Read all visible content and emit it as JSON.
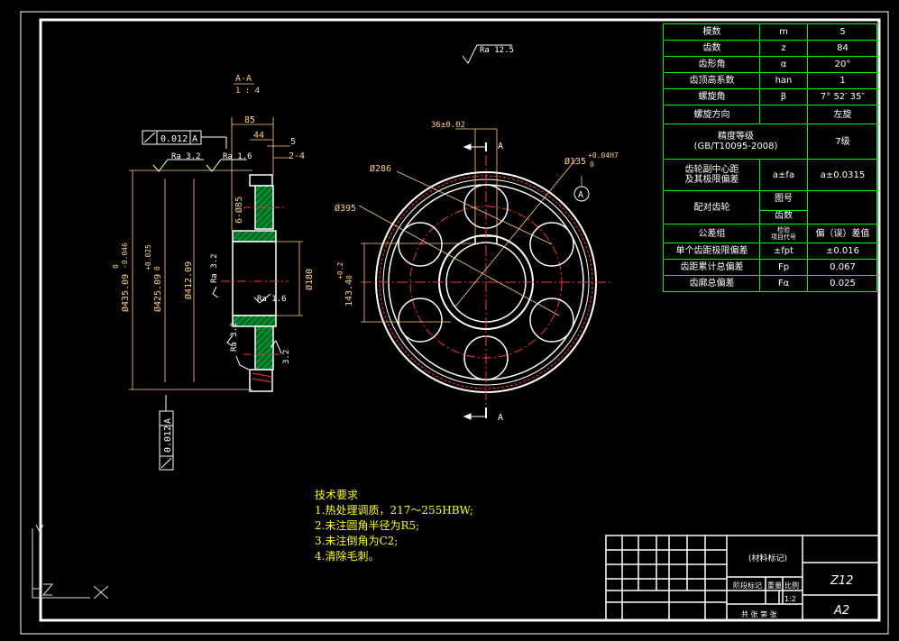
{
  "section": {
    "title": "A-A",
    "scale": "1 : 4"
  },
  "roughness": {
    "top": "Ra 12.5",
    "left1": "Ra 3.2",
    "left2": "Ra 1.6",
    "bore_a": "Ra 3.2",
    "bore_b": "Ra 1.6",
    "tooth_a": "Ra 3.2",
    "tooth_b": "3.2"
  },
  "dims_side": {
    "width85": "85",
    "width44": "44",
    "d5": "5",
    "chamfer": "2-4",
    "holes": "6-Ø85",
    "d_tip": "Ø435.09",
    "d_tip_tol_up": "0",
    "d_tip_tol_low": "-0.046",
    "d_ref": "Ø425.09",
    "d_ref_tol_up": "+0.025",
    "d_ref_tol_low": "0",
    "d_412": "Ø412.09",
    "d_180": "Ø180",
    "tol_flat": "0.012",
    "tol_flat_ref": "A",
    "tol_run": "0.012",
    "tol_run_ref": "A"
  },
  "dims_front": {
    "key": "36±0.02",
    "bore": "Ø135",
    "bore_tol_up": "+0.04H7",
    "bore_tol_low": "0",
    "d286": "Ø286",
    "d395": "Ø395",
    "keydepth": "143.4",
    "keydepth_tol_up": "+0.2",
    "keydepth_tol_low": "0",
    "datum": "A",
    "cut_top": "A",
    "cut_bottom": "A"
  },
  "params": [
    {
      "name": "模数",
      "sym": "m",
      "val": "5"
    },
    {
      "name": "齿数",
      "sym": "z",
      "val": "84"
    },
    {
      "name": "齿形角",
      "sym": "α",
      "val": "20°"
    },
    {
      "name": "齿顶高系数",
      "sym": "han",
      "val": "1"
    },
    {
      "name": "螺旋角",
      "sym": "β",
      "val": "7° 52′ 35″"
    },
    {
      "name": "螺旋方向",
      "sym": "",
      "val": "左旋"
    }
  ],
  "grade": {
    "name": "精度等级",
    "std": "(GB/T10095-2008)",
    "val": "7级"
  },
  "center": {
    "name1": "齿轮副中心距",
    "name2": "及其极限偏差",
    "sym": "a±fa",
    "val": "a±0.0315"
  },
  "mating": {
    "name": "配对齿轮",
    "r1": "图号",
    "r2": "齿数"
  },
  "tolgroup": {
    "name": "公差组",
    "sym1": "检验",
    "sym2": "项目代号",
    "val": "偏（误）差值"
  },
  "dev": [
    {
      "name": "单个齿距极限偏差",
      "sym": "±fpt",
      "val": "±0.016"
    },
    {
      "name": "齿距累计总偏差",
      "sym": "Fp",
      "val": "0.067"
    },
    {
      "name": "齿廓总偏差",
      "sym": "Fα",
      "val": "0.025"
    }
  ],
  "tech": {
    "title": "技术要求",
    "items": [
      "1.热处理调质，217～255HBW;",
      "2.未注圆角半径为R5;",
      "3.未注倒角为C2;",
      "4.清除毛刺。"
    ]
  },
  "titleblock": {
    "material": "(材料标记)",
    "code": "Z12",
    "size": "A2",
    "scale": "1:2",
    "stage": "阶段标记",
    "weight": "重量",
    "ratio": "比例",
    "sheets": "共 张 第 张"
  },
  "colors": {
    "frame": "#ffffff",
    "table": "#00ff00",
    "dim": "#ffd27a",
    "center": "#ff2020",
    "tech": "#ffff00"
  }
}
